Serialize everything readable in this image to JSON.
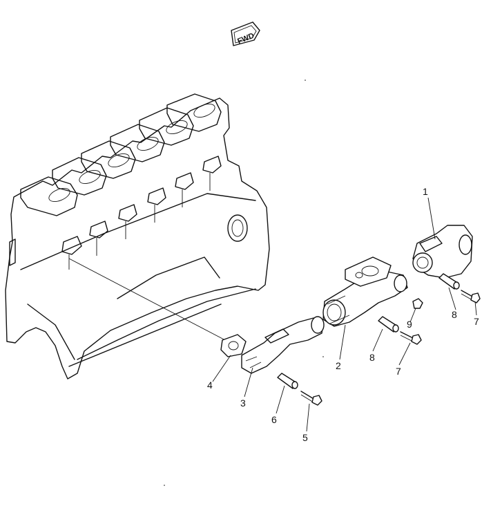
{
  "direction_marker": {
    "text": "FWD",
    "icon": "forward-arrow-icon"
  },
  "callouts": [
    {
      "id": "c1",
      "number": "1"
    },
    {
      "id": "c2",
      "number": "2"
    },
    {
      "id": "c3",
      "number": "3"
    },
    {
      "id": "c4",
      "number": "4"
    },
    {
      "id": "c5",
      "number": "5"
    },
    {
      "id": "c6",
      "number": "6"
    },
    {
      "id": "c7a",
      "number": "7"
    },
    {
      "id": "c7b",
      "number": "7"
    },
    {
      "id": "c8a",
      "number": "8"
    },
    {
      "id": "c8b",
      "number": "8"
    },
    {
      "id": "c9",
      "number": "9"
    }
  ]
}
